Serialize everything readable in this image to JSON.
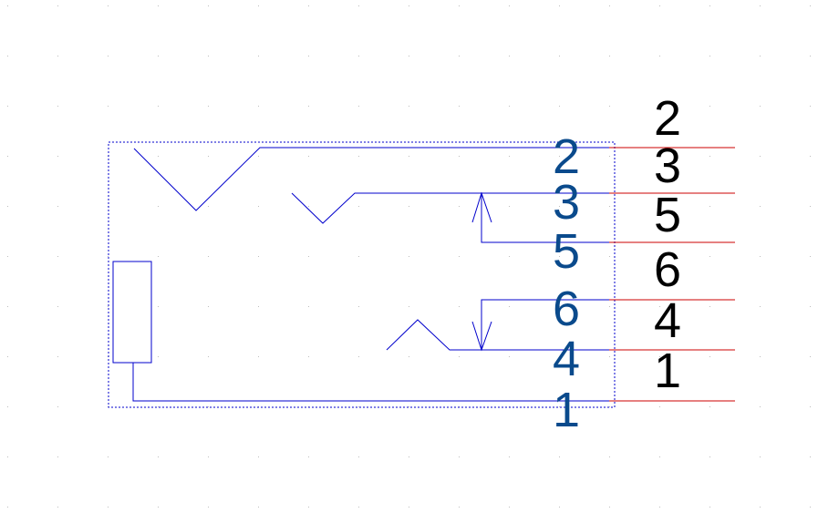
{
  "colors": {
    "symbol": "#0000cc",
    "pin_wire": "#cc0000",
    "pin_number_blue": "#0a4a8c",
    "pin_number_black": "#000000",
    "grid_dot": "#bdbdbd"
  },
  "symbol": {
    "inner_pin_numbers": [
      "2",
      "3",
      "5",
      "6",
      "4",
      "1"
    ],
    "outer_pin_numbers": [
      "2",
      "3",
      "5",
      "6",
      "4",
      "1"
    ]
  }
}
